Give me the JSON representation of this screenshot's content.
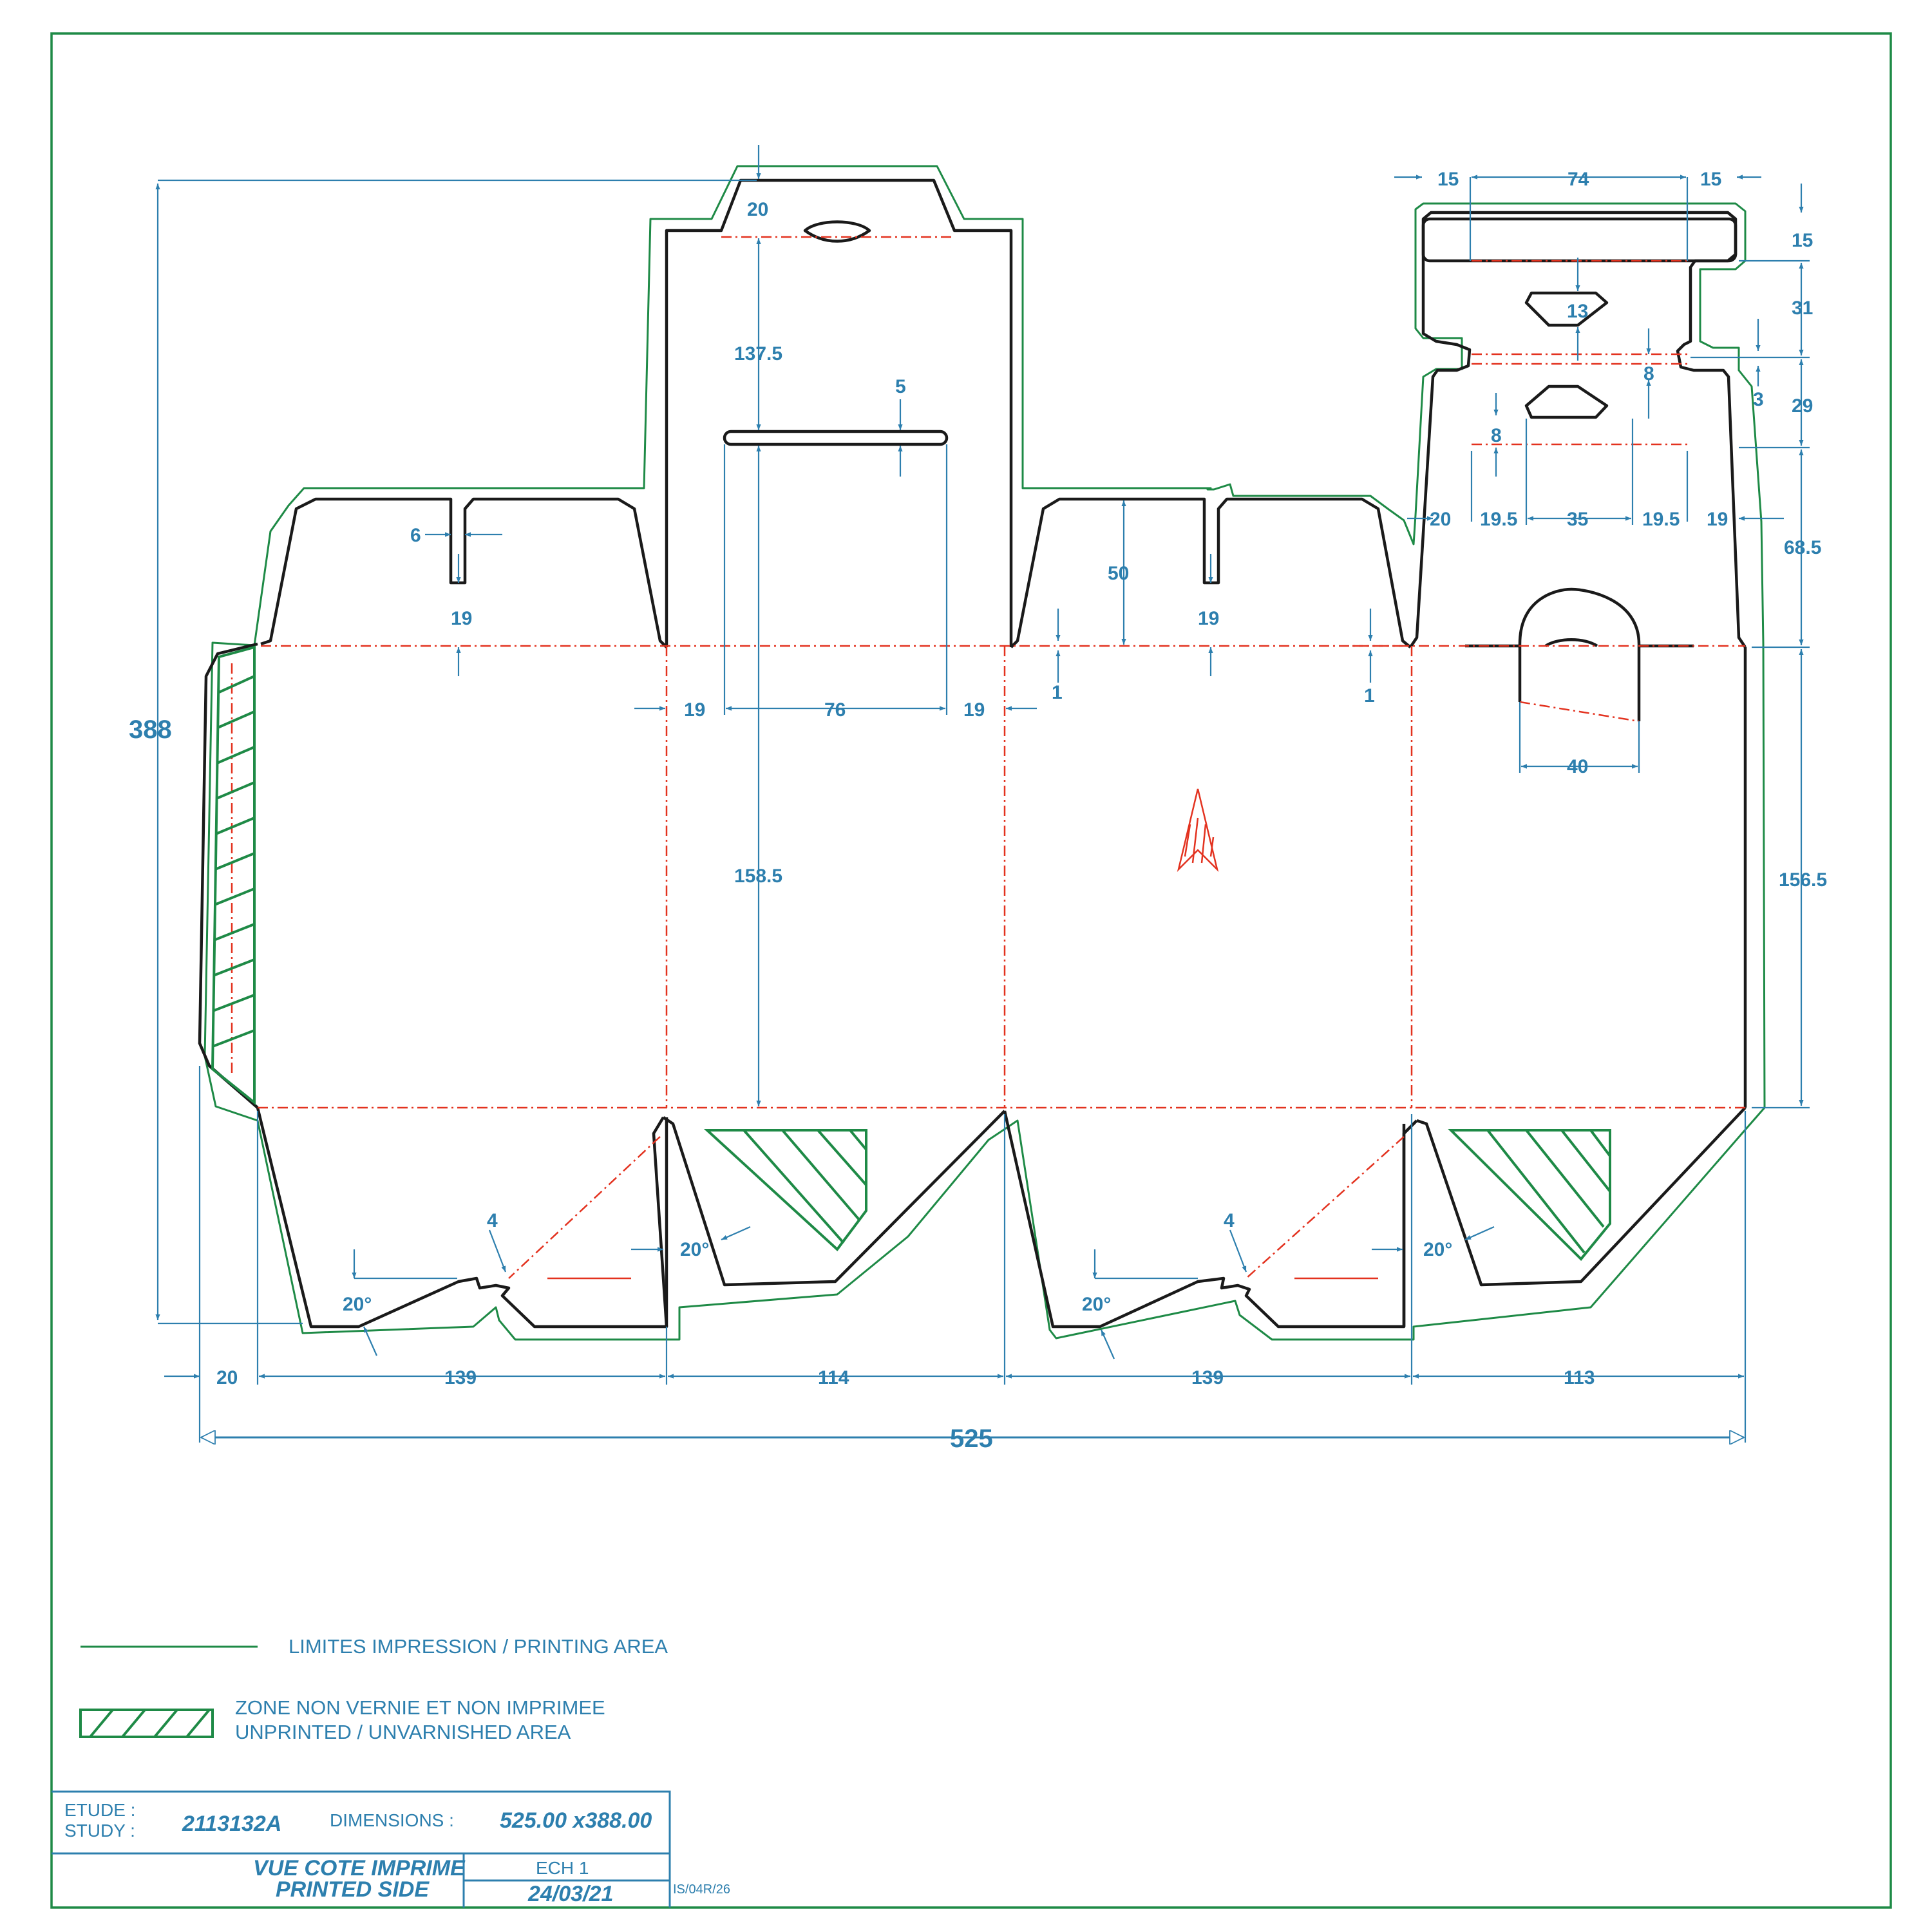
{
  "dimensions": {
    "overall_width": "525",
    "overall_height": "388",
    "glue_flap": "20",
    "panel_1": "139",
    "panel_2": "114",
    "panel_3": "139",
    "panel_4": "113",
    "tuck_tab": "20",
    "tuck_height": "137.5",
    "slot_width": "5",
    "side_gap_left": "19",
    "side_window": "76",
    "side_gap_right": "19",
    "body_height": "158.5",
    "notch_width": "6",
    "notch_depth_left": "19",
    "notch_depth_right": "19",
    "dust_flap_height": "50",
    "offset_1_left": "1",
    "offset_1_right": "1",
    "top_15_left": "15",
    "top_74": "74",
    "top_15_right": "15",
    "v_15": "15",
    "v_31": "31",
    "v_13": "13",
    "v_8_a": "8",
    "v_3": "3",
    "v_29": "29",
    "v_8_b": "8",
    "h_20": "20",
    "h_19_5_a": "19.5",
    "h_35": "35",
    "h_19_5_b": "19.5",
    "h_19": "19",
    "v_68_5": "68.5",
    "handle_40": "40",
    "v_156_5": "156.5",
    "bottom_4_a": "4",
    "bottom_4_b": "4",
    "angle_1": "20°",
    "angle_2": "20°",
    "angle_3": "20°",
    "angle_4": "20°"
  },
  "legend": {
    "printing_area": "LIMITES IMPRESSION / PRINTING AREA",
    "unprinted_line1": "ZONE NON VERNIE ET NON IMPRIMEE",
    "unprinted_line2": "UNPRINTED / UNVARNISHED AREA"
  },
  "title_block": {
    "study_label_fr": "ETUDE :",
    "study_label_en": "STUDY :",
    "study_number": "2113132A",
    "dimensions_label": "DIMENSIONS :",
    "dimensions_value": "525.00 x388.00",
    "view_fr": "VUE COTE IMPRIME",
    "view_en": "PRINTED SIDE",
    "scale": "ECH 1",
    "date": "24/03/21",
    "form_ref": "IS/04R/26"
  },
  "colors": {
    "cut_line": "#1a1a1a",
    "printing_limit": "#1e8a46",
    "crease_line": "#e3321f",
    "dimension": "#2d7fae"
  }
}
